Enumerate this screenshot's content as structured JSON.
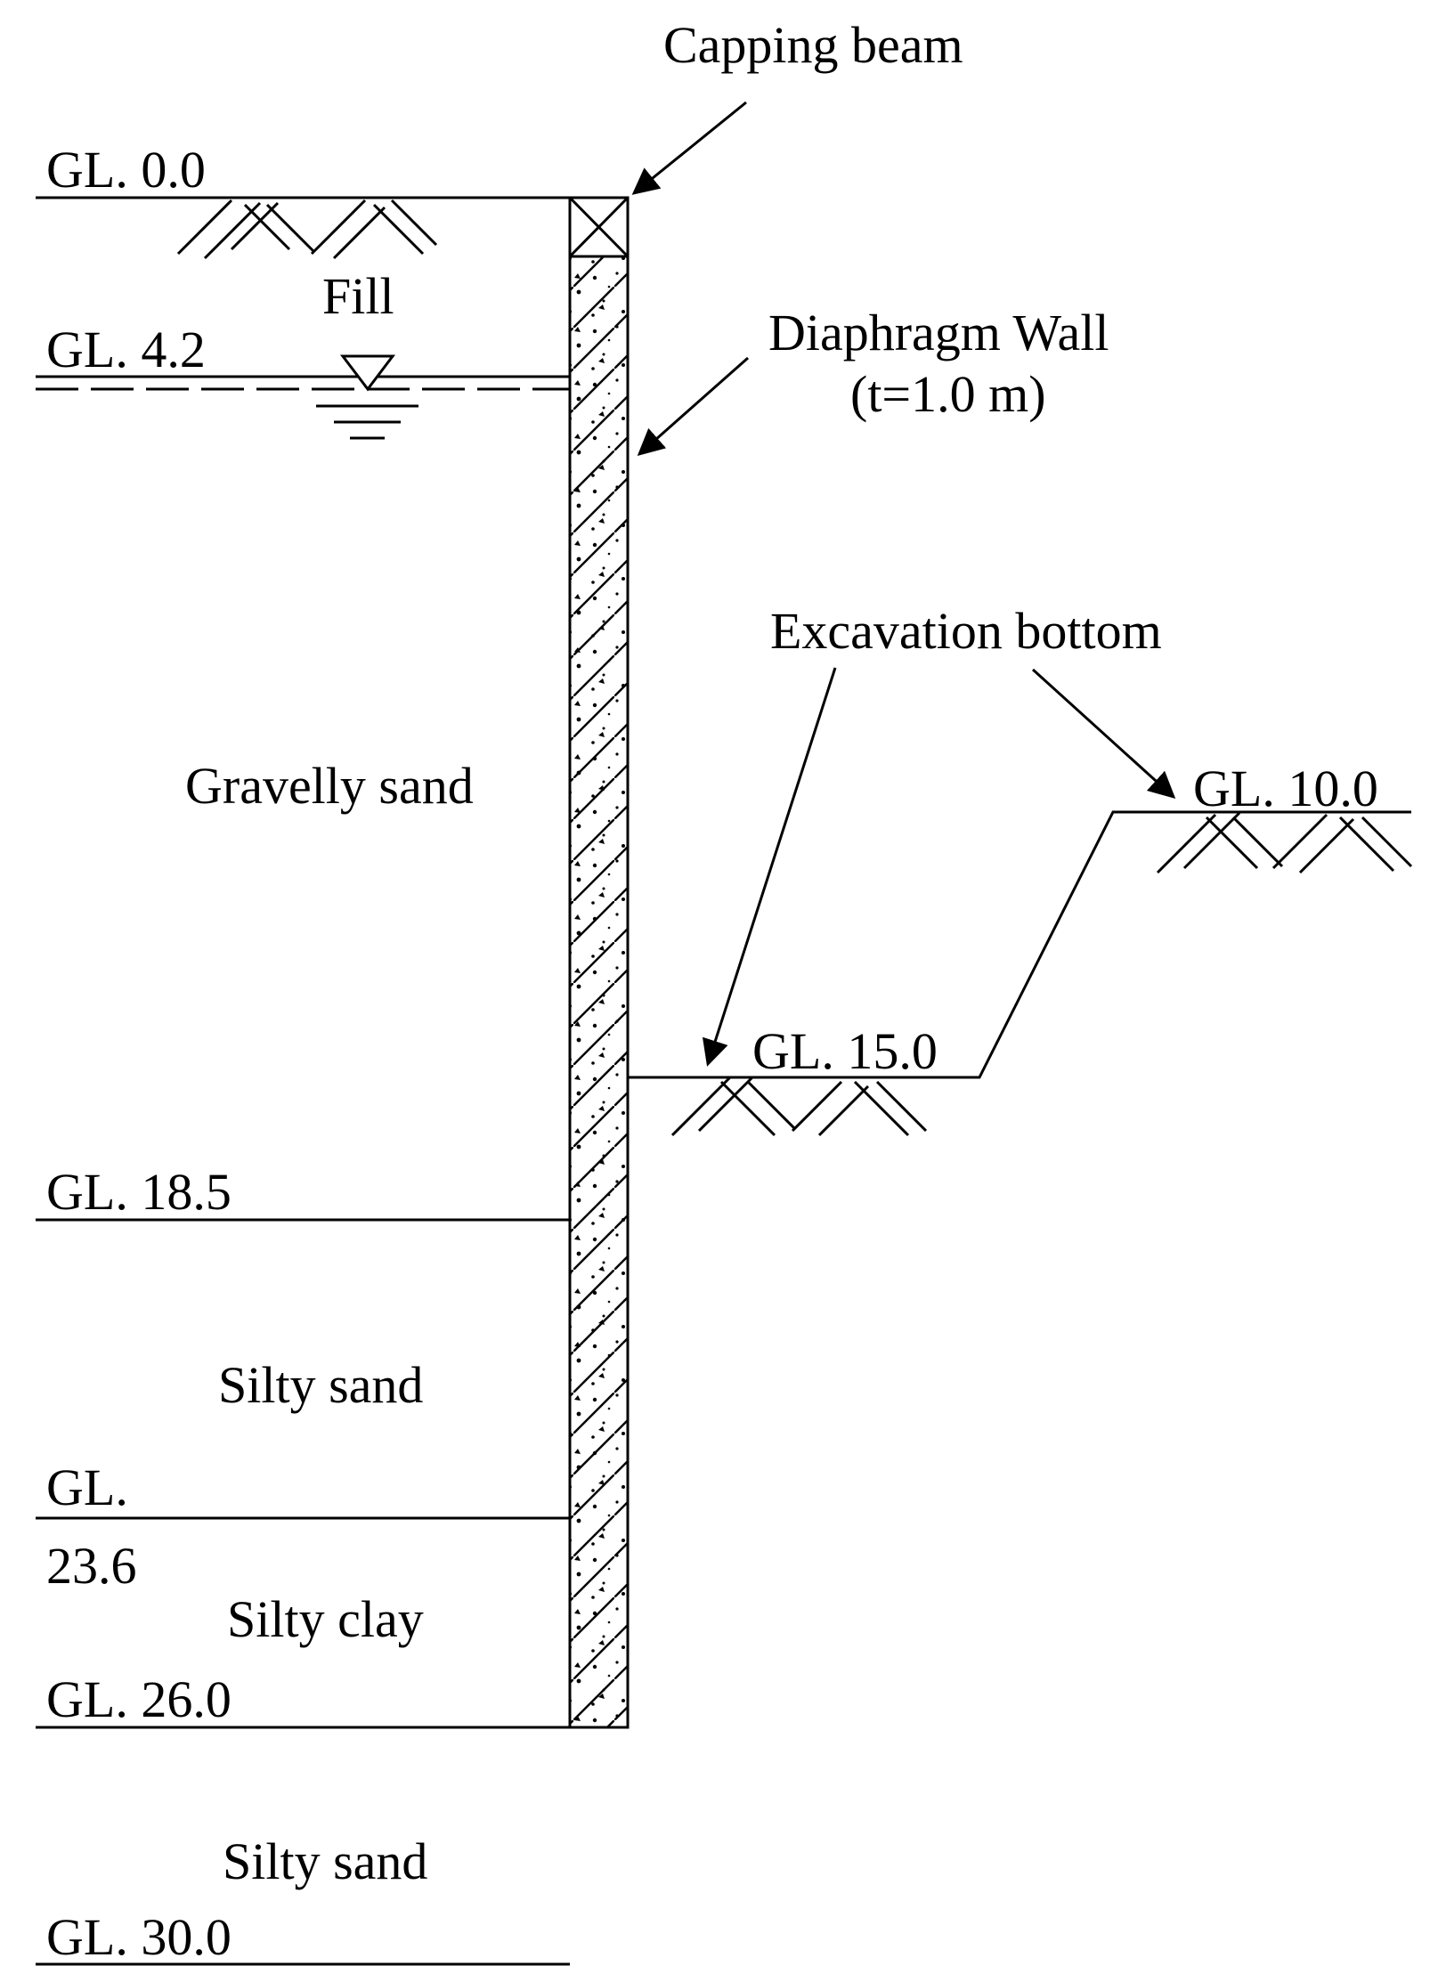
{
  "labels": {
    "capping_beam": "Capping beam",
    "diaphragm_wall_line1": "Diaphragm Wall",
    "diaphragm_wall_line2": "(t=1.0 m)",
    "excavation_bottom": "Excavation bottom",
    "fill": "Fill",
    "gravelly_sand": "Gravelly sand",
    "silty_sand_upper": "Silty sand",
    "silty_clay": "Silty clay",
    "silty_sand_lower": "Silty sand",
    "gl_0": "GL. 0.0",
    "gl_4_2": "GL. 4.2",
    "gl_10": "GL. 10.0",
    "gl_15": "GL. 15.0",
    "gl_18_5": "GL. 18.5",
    "gl_23_6_line1": "GL.",
    "gl_23_6_line2": "23.6",
    "gl_26": "GL. 26.0",
    "gl_30": "GL. 30.0"
  },
  "colors": {
    "ink": "#000000",
    "background": "#ffffff"
  }
}
